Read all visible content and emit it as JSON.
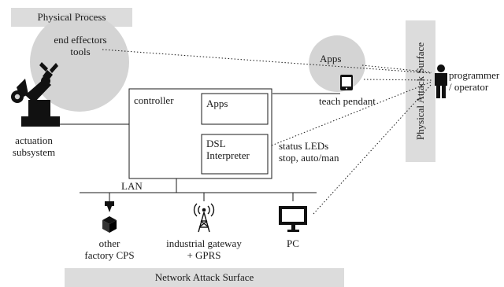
{
  "surfaces": {
    "physical_process": "Physical Process",
    "network_attack_surface": "Network Attack Surface",
    "physical_attack_surface": "Physical Attack Surface"
  },
  "nodes": {
    "end_effectors": [
      "end effectors",
      "tools"
    ],
    "actuation": [
      "actuation",
      "subsystem"
    ],
    "controller": "controller",
    "controller_apps": "Apps",
    "dsl_interpreter": [
      "DSL",
      "Interpreter"
    ],
    "pendant_apps": "Apps",
    "teach_pendant": "teach pendant",
    "status_leds": [
      "status LEDs",
      "stop, auto/man"
    ],
    "programmer": [
      "programmer",
      "/ operator"
    ],
    "lan": "LAN",
    "factory_cps": [
      "other",
      "factory CPS"
    ],
    "gateway": [
      "industrial gateway",
      "+ GPRS"
    ],
    "pc": "PC"
  },
  "colors": {
    "band_fill": "#dcdcdc",
    "bubble_fill": "#d4d4d4",
    "line": "#1a1a1a",
    "icon": "#111111"
  },
  "icons": {
    "robot_arm": "robot-arm-icon",
    "tablet": "tablet-icon",
    "person": "person-icon",
    "factory_cps": "cube-icon",
    "gateway": "antenna-tower-icon",
    "pc": "monitor-icon"
  }
}
